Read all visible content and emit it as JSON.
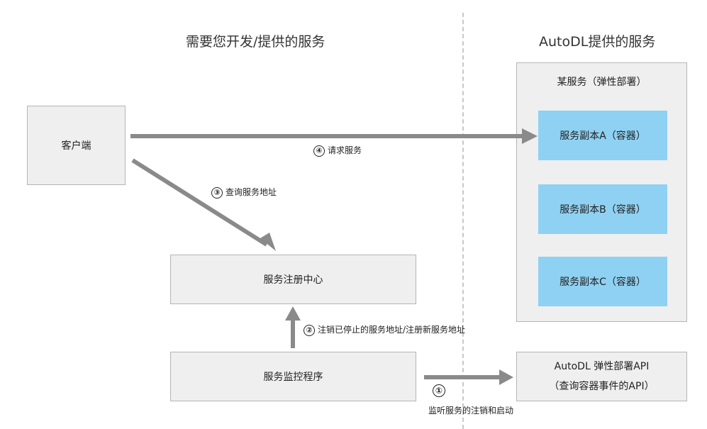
{
  "headings": {
    "left": "需要您开发/提供的服务",
    "right": "AutoDL提供的服务"
  },
  "boxes": {
    "client": "客户端",
    "registry": "服务注册中心",
    "monitor": "服务监控程序",
    "elastic_service": "某服务（弹性部署）",
    "replica_a": "服务副本A（容器）",
    "replica_b": "服务副本B（容器）",
    "replica_c": "服务副本C（容器）",
    "api_line1": "AutoDL 弹性部署API",
    "api_line2": "（查询容器事件的API）"
  },
  "steps": [
    {
      "num": "①",
      "text": "监听服务的注销和启动"
    },
    {
      "num": "②",
      "text": "注销已停止的服务地址/注册新服务地址"
    },
    {
      "num": "③",
      "text": "查询服务地址"
    },
    {
      "num": "④",
      "text": "请求服务"
    }
  ],
  "colors": {
    "box_fill": "#efefef",
    "box_border": "#b5b5b5",
    "replica_fill": "#8fd1f2",
    "arrow": "#8a8a8a"
  }
}
